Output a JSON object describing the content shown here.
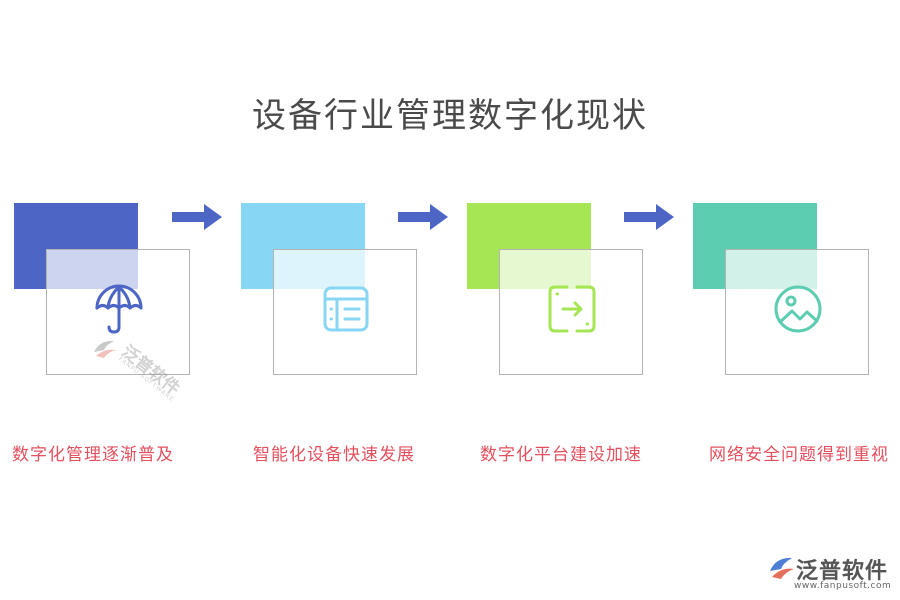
{
  "title": "设备行业管理数字化现状",
  "steps": [
    {
      "label": "数字化管理逐渐普及",
      "color": "#4d66c6",
      "icon": "umbrella-icon"
    },
    {
      "label": "智能化设备快速发展",
      "color": "#86d6f4",
      "icon": "list-panel-icon"
    },
    {
      "label": "数字化平台建设加速",
      "color": "#a6e655",
      "icon": "transfer-icon"
    },
    {
      "label": "网络安全问题得到重视",
      "color": "#5ccdb0",
      "icon": "image-icon"
    }
  ],
  "arrow_color": "#4d66c6",
  "watermark": {
    "text": "泛普软件",
    "sub": "FANPU SOFTWARE"
  },
  "logo": {
    "name": "泛普软件",
    "url": "www.fanpusoft.com"
  }
}
